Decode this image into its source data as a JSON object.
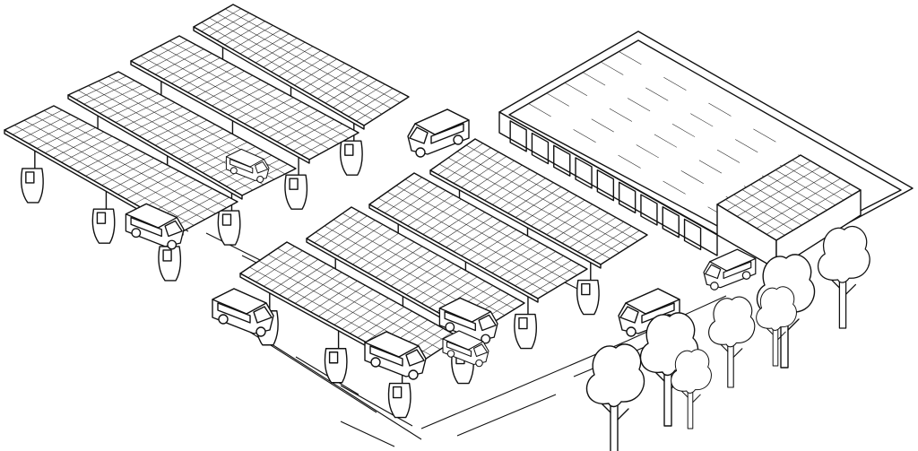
{
  "illustration": {
    "background_color": "#ffffff",
    "line_color": "#111111",
    "style": "isometric line art"
  },
  "scene_elements": {
    "solar_canopies": 9,
    "vans": 9,
    "trees": 7,
    "buildings": 1
  }
}
